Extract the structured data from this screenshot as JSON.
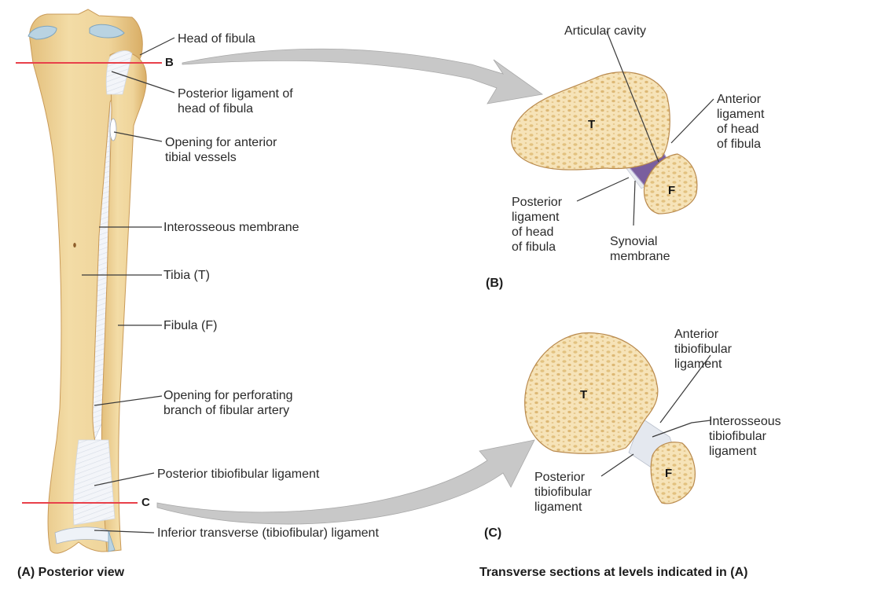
{
  "figure": {
    "panel_a": {
      "caption": "(A) Posterior view",
      "level_markers": [
        "B",
        "C"
      ],
      "labels": {
        "head_of_fibula": "Head of fibula",
        "posterior_ligament_head": "Posterior ligament of\nhead of fibula",
        "opening_anterior_tibial": "Opening for anterior\ntibial vessels",
        "interosseous_membrane": "Interosseous membrane",
        "tibia": "Tibia (T)",
        "fibula": "Fibula (F)",
        "opening_perforating": "Opening for perforating\nbranch of fibular artery",
        "posterior_tibiofibular": "Posterior tibiofibular ligament",
        "inferior_transverse": "Inferior transverse (tibiofibular) ligament"
      }
    },
    "panel_b": {
      "caption": "(B)",
      "tibia_letter": "T",
      "fibula_letter": "F",
      "labels": {
        "articular_cavity": "Articular cavity",
        "anterior_ligament": "Anterior\nligament\nof head\nof fibula",
        "posterior_ligament": "Posterior\nligament\nof head\nof fibula",
        "synovial_membrane": "Synovial\nmembrane"
      }
    },
    "panel_c": {
      "caption": "(C)",
      "tibia_letter": "T",
      "fibula_letter": "F",
      "labels": {
        "anterior_tibiofibular": "Anterior\ntibiofibular\nligament",
        "interosseous_tibiofibular": "Interosseous\ntibiofibular\nligament",
        "posterior_tibiofibular": "Posterior\ntibiofibular\nligament"
      }
    },
    "bottom_caption": "Transverse sections at levels indicated in (A)",
    "colors": {
      "bone": "#EFD49A",
      "bone_edge": "#B98A4E",
      "cartilage": "#B9D3E2",
      "ligament": "#F4F6FA",
      "synovial": "#7A5E9E",
      "level_line": "#E8404A",
      "arrow": "#C8C8C8",
      "leader": "#3a3a3a"
    }
  }
}
